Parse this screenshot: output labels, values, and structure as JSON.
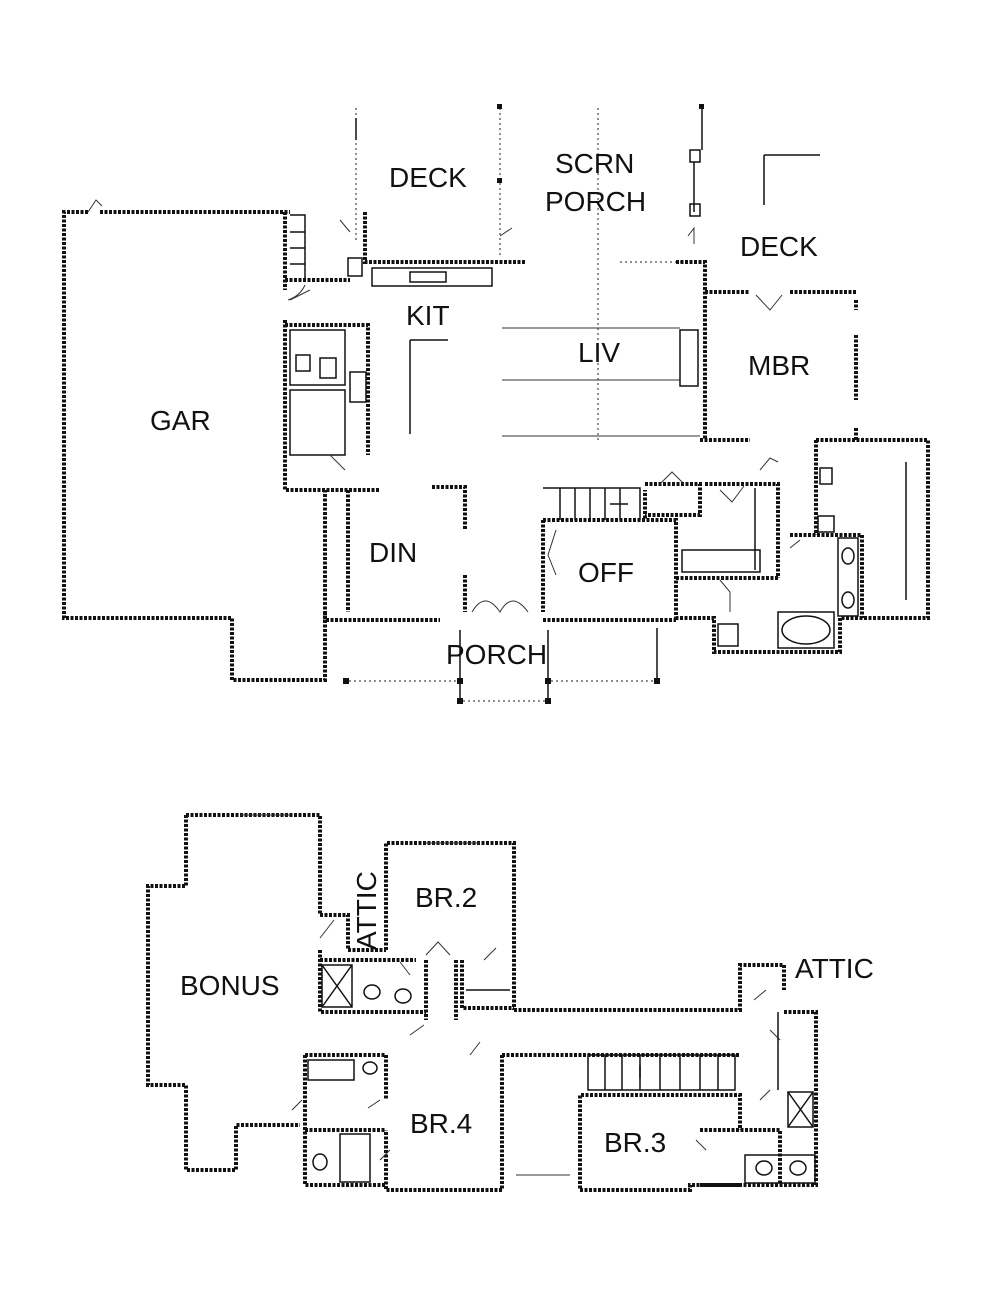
{
  "first_floor": {
    "rooms": {
      "deck_left": "DECK",
      "scrn_porch_line1": "SCRN",
      "scrn_porch_line2": "PORCH",
      "deck_right": "DECK",
      "kit": "KIT",
      "liv": "LIV",
      "mbr": "MBR",
      "gar": "GAR",
      "din": "DIN",
      "off": "OFF",
      "porch": "PORCH"
    }
  },
  "second_floor": {
    "rooms": {
      "bonus": "BONUS",
      "attic_left": "ATTIC",
      "br2": "BR.2",
      "attic_right": "ATTIC",
      "br4": "BR.4",
      "br3": "BR.3"
    }
  }
}
